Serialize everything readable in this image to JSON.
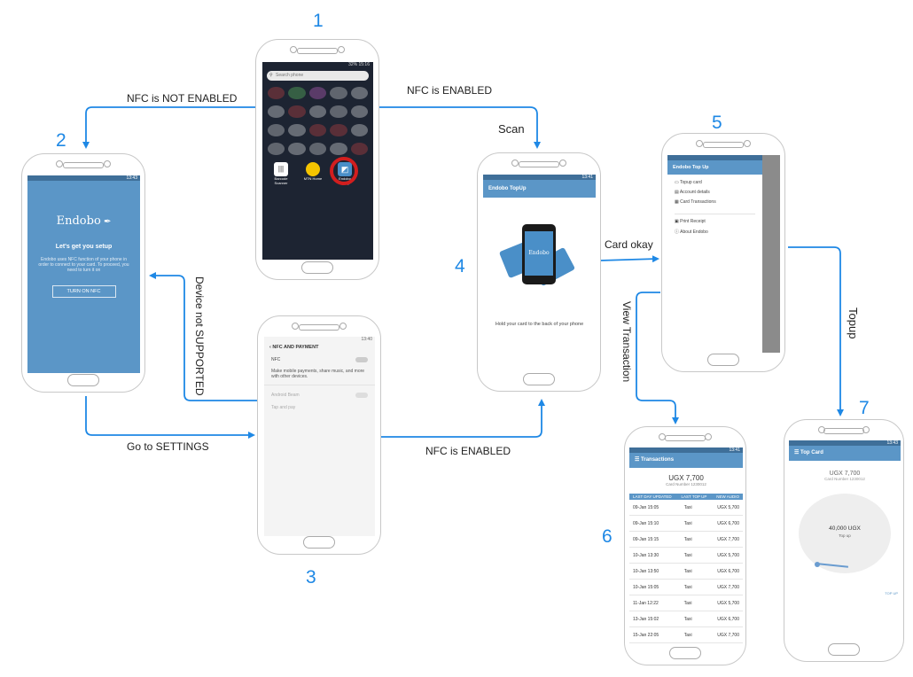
{
  "steps": {
    "s1": "1",
    "s2": "2",
    "s3": "3",
    "s4": "4",
    "s5": "5",
    "s6": "6",
    "s7": "7"
  },
  "arrows": {
    "nfc_not_enabled": "NFC is NOT ENABLED",
    "nfc_enabled_top": "NFC is ENABLED",
    "scan": "Scan",
    "card_okay": "Card okay",
    "view_transaction": "View Transaction",
    "topup": "Topup",
    "device_not_supported": "Device not SUPPORTED",
    "go_to_settings": "Go to SETTINGS",
    "nfc_enabled_bottom": "NFC is ENABLED"
  },
  "screen1": {
    "status": "32% 15:16",
    "search_placeholder": "Search phone",
    "apps": [
      "Barcode Scanner",
      "MTN Home",
      "Endobo TopUp"
    ]
  },
  "screen2": {
    "status": "13:43",
    "logo": "Endobo",
    "heading": "Let's get you setup",
    "body": "Endobo uses NFC function of your phone in order to connect to your card. To proceed, you need to turn it on",
    "button": "TURN ON NFC"
  },
  "screen3": {
    "status": "13:40",
    "title": "NFC AND PAYMENT",
    "nfc": "NFC",
    "desc": "Make mobile payments, share music, and more with other devices.",
    "android_beam": "Android Beam",
    "tap_and_pay": "Tap and pay"
  },
  "screen4": {
    "status": "13:41",
    "title": "Endobo TopUp",
    "logo": "Endobo",
    "instruction": "Hold your card to the back of your phone"
  },
  "screen5": {
    "title": "Endobo Top Up",
    "items": [
      "Topup card",
      "Account details",
      "Card Transactions",
      "Print Receipt",
      "About Endobo"
    ]
  },
  "screen6": {
    "status": "13:41",
    "title": "Transactions",
    "balance": "UGX 7,700",
    "card_label": "Card Number 1230012",
    "headers": [
      "LAST DAY UPDATED",
      "LAST TOP UP",
      "NEW AUDIO"
    ],
    "rows": [
      [
        "09-Jan 15:05",
        "Taxi",
        "UGX 5,700"
      ],
      [
        "09-Jan 15:10",
        "Taxi",
        "UGX 6,700"
      ],
      [
        "09-Jan 15:15",
        "Taxi",
        "UGX 7,700"
      ],
      [
        "10-Jan 13:30",
        "Taxi",
        "UGX 5,700"
      ],
      [
        "10-Jan 13:50",
        "Taxi",
        "UGX 6,700"
      ],
      [
        "10-Jan 15:05",
        "Taxi",
        "UGX 7,700"
      ],
      [
        "11-Jan 12:22",
        "Taxi",
        "UGX 5,700"
      ],
      [
        "13-Jan 15:02",
        "Taxi",
        "UGX 6,700"
      ],
      [
        "15-Jan 22:05",
        "Taxi",
        "UGX 7,700"
      ]
    ]
  },
  "screen7": {
    "status": "13:43",
    "title": "Top Card",
    "balance": "UGX 7,700",
    "card_label": "Card Number 1230012",
    "amount": "40,000 UGX",
    "amount_sub": "Top up",
    "side": "TOP UP"
  }
}
